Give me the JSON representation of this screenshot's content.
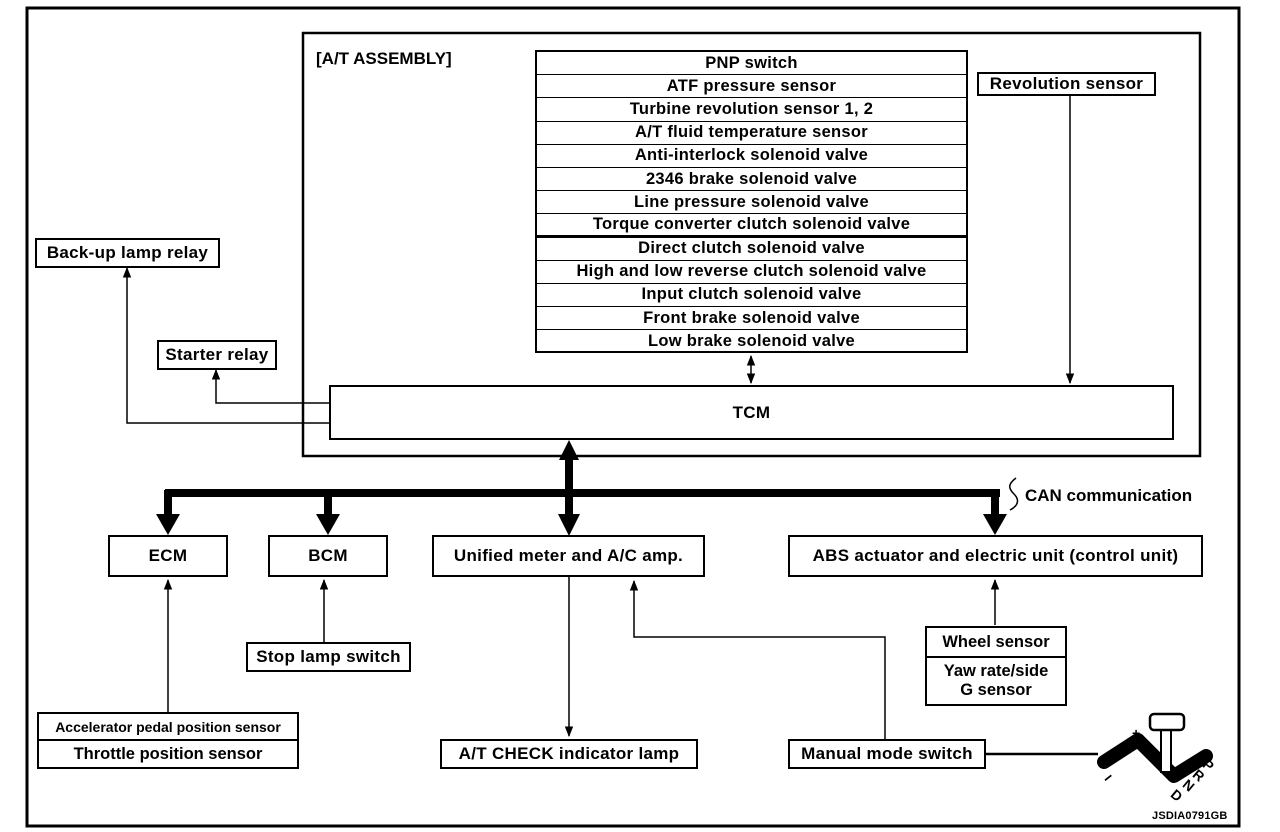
{
  "assembly": {
    "title": "[A/T ASSEMBLY]",
    "components": [
      "PNP switch",
      "ATF pressure sensor",
      "Turbine revolution sensor 1, 2",
      "A/T fluid temperature sensor",
      "Anti-interlock solenoid valve",
      "2346 brake solenoid valve",
      "Line pressure solenoid valve",
      "Torque converter clutch solenoid valve",
      "Direct clutch solenoid valve",
      "High and low reverse clutch solenoid valve",
      "Input clutch solenoid valve",
      "Front brake solenoid valve",
      "Low brake solenoid valve"
    ],
    "revolution_sensor": "Revolution sensor",
    "tcm": "TCM"
  },
  "outputs": {
    "backup_lamp_relay": "Back-up lamp relay",
    "starter_relay": "Starter relay"
  },
  "can": {
    "label": "CAN communication"
  },
  "units": {
    "ecm": "ECM",
    "bcm": "BCM",
    "meter": "Unified meter and A/C amp.",
    "abs": "ABS actuator and electric unit (control unit)"
  },
  "inputs": {
    "stop_lamp_switch": "Stop lamp switch",
    "accelerator_sensor": "Accelerator pedal position sensor",
    "throttle_sensor": "Throttle position sensor",
    "wheel_sensor": "Wheel sensor",
    "yaw_sensor_line1": "Yaw rate/side",
    "yaw_sensor_line2": "G sensor",
    "at_check_lamp": "A/T CHECK indicator lamp",
    "manual_mode_switch": "Manual mode switch"
  },
  "shifter": {
    "gates": [
      "P",
      "R",
      "N",
      "D"
    ],
    "minus": "−",
    "plus": "+"
  },
  "figure_code": "JSDIA0791GB"
}
